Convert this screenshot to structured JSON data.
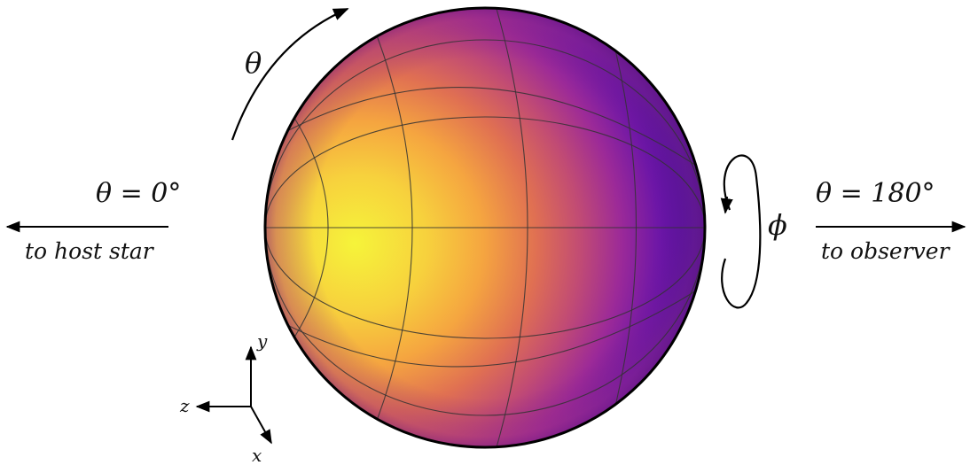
{
  "left_label": {
    "equation": "θ = 0°",
    "caption": "to host star"
  },
  "right_label": {
    "equation": "θ = 180°",
    "caption": "to observer"
  },
  "theta_symbol": "θ",
  "phi_symbol": "ϕ",
  "axes": {
    "y": "y",
    "z": "z",
    "x": "x"
  },
  "colors": {
    "hot": "#f0f921",
    "mid1": "#fca636",
    "mid2": "#e16462",
    "mid3": "#b12a90",
    "mid4": "#6a00a8",
    "cold": "#0d0887",
    "grid": "#333333",
    "arrow": "#000000"
  }
}
